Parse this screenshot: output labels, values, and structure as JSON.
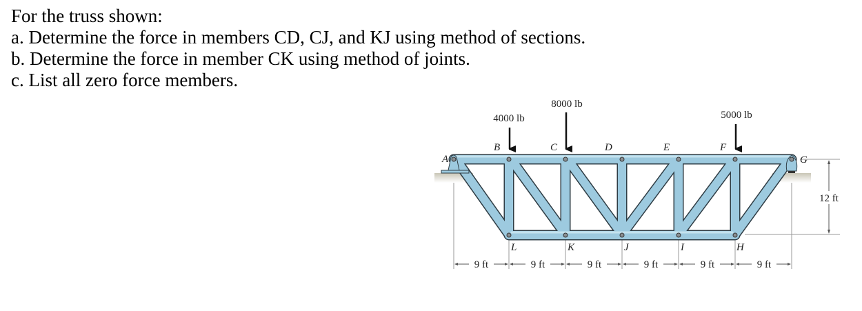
{
  "problem": {
    "intro": "For the truss shown:",
    "parts": [
      "a. Determine the force in members CD, CJ, and KJ using method of sections.",
      "b. Determine the force in member CK using method of joints.",
      "c. List all zero force members."
    ]
  },
  "figure": {
    "top_joints": [
      "A",
      "B",
      "C",
      "D",
      "E",
      "F",
      "G"
    ],
    "bottom_joints": [
      "L",
      "K",
      "J",
      "I",
      "H"
    ],
    "loads": [
      {
        "joint": "B",
        "label": "4000 lb"
      },
      {
        "joint": "C",
        "label": "8000 lb"
      },
      {
        "joint": "F",
        "label": "5000 lb"
      }
    ],
    "spacing_labels": [
      "9 ft",
      "9 ft",
      "9 ft",
      "9 ft",
      "9 ft",
      "9 ft"
    ],
    "height_label": "12 ft",
    "supports": {
      "left": "pin support at A",
      "right": "rocker support at G"
    },
    "colors": {
      "member_fill": "#9dcadf",
      "member_edge": "#2f3d45",
      "pin": "#8a8f93",
      "text": "#222222"
    }
  }
}
